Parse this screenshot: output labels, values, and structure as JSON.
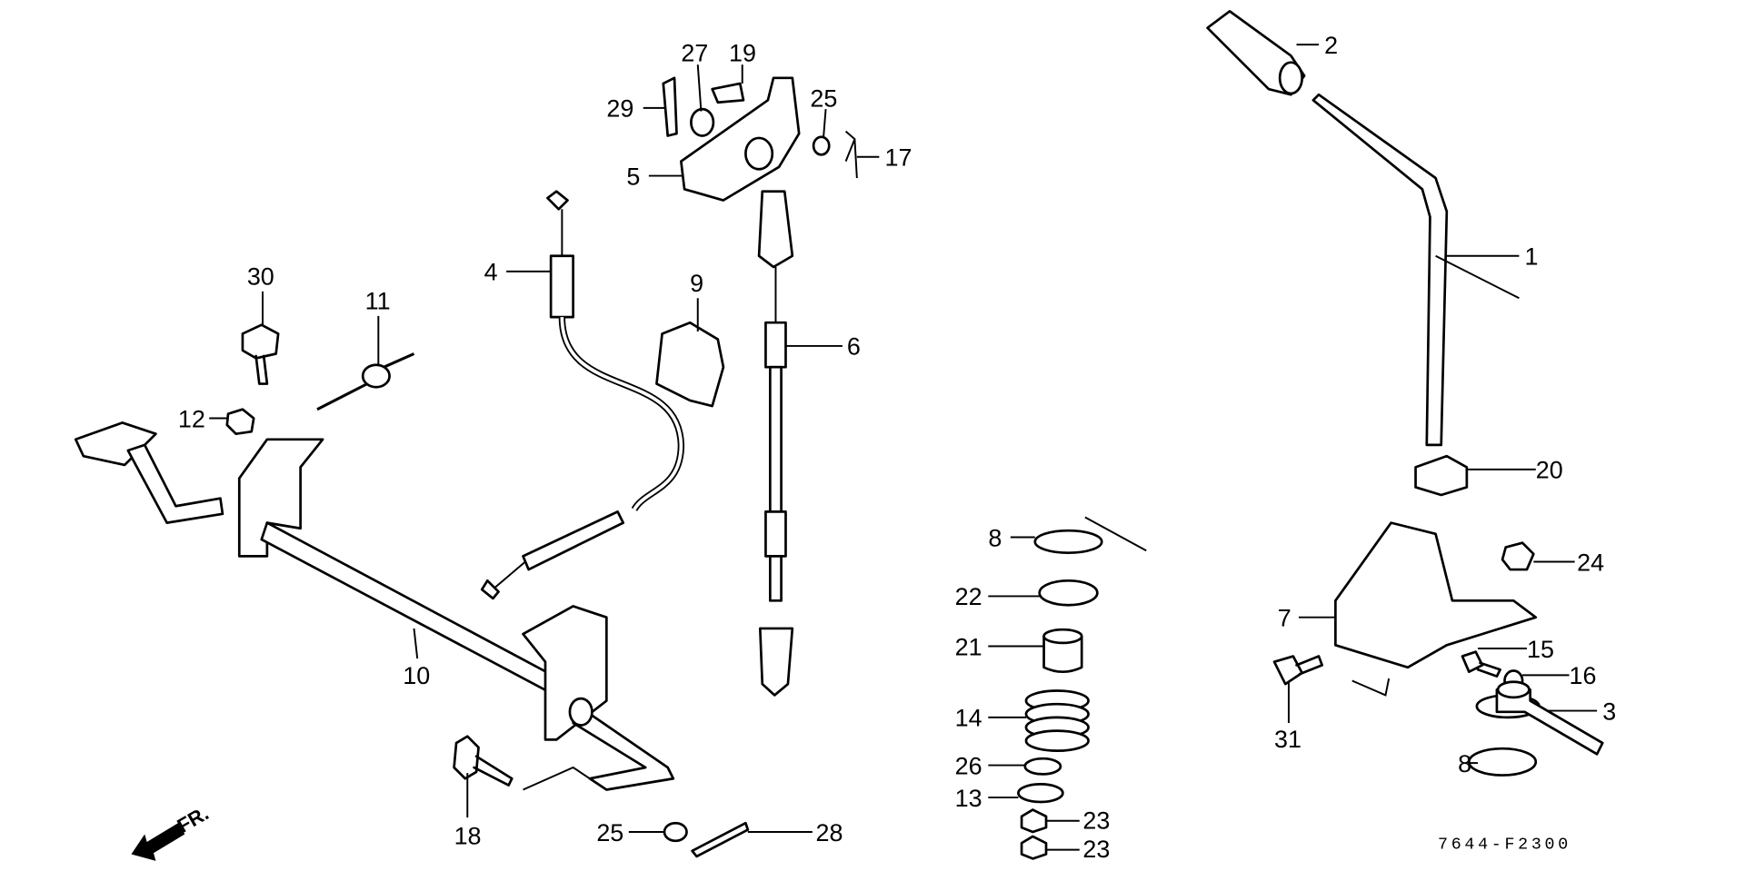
{
  "diagram_code": "7644-F2300",
  "direction_label": "FR.",
  "callouts": [
    "2",
    "29",
    "27",
    "19",
    "25",
    "17",
    "5",
    "1",
    "4",
    "30",
    "11",
    "9",
    "6",
    "12",
    "20",
    "8",
    "24",
    "22",
    "7",
    "21",
    "15",
    "10",
    "16",
    "31",
    "3",
    "14",
    "8",
    "26",
    "13",
    "18",
    "25",
    "28",
    "23",
    "23"
  ]
}
